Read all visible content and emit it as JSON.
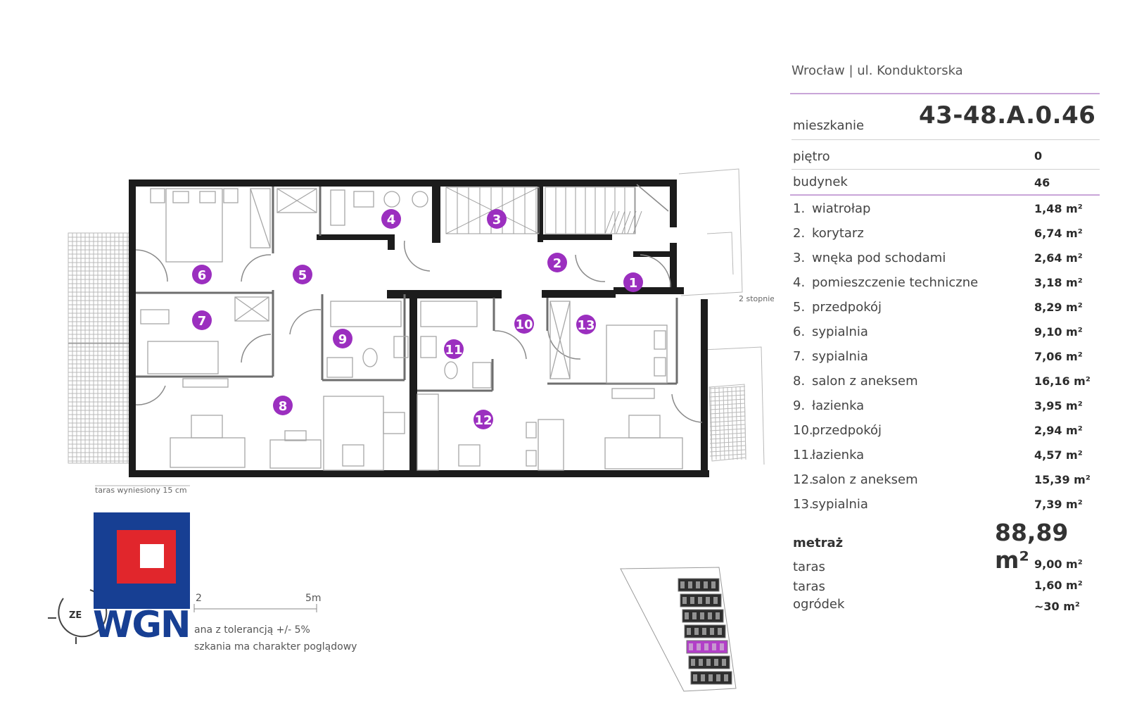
{
  "location": "Wrocław | ul. Konduktorska",
  "apartment": {
    "label": "mieszkanie",
    "number": "43-48.A.0.46",
    "floor_label": "piętro",
    "floor": "0",
    "building_label": "budynek",
    "building": "46"
  },
  "rooms": [
    {
      "no": "1.",
      "name": "wiatrołap",
      "area": "1,48 m²"
    },
    {
      "no": "2.",
      "name": "korytarz",
      "area": "6,74 m²"
    },
    {
      "no": "3.",
      "name": "wnęka pod schodami",
      "area": "2,64 m²"
    },
    {
      "no": "4.",
      "name": "pomieszczenie techniczne",
      "area": "3,18 m²"
    },
    {
      "no": "5.",
      "name": "przedpokój",
      "area": "8,29 m²"
    },
    {
      "no": "6.",
      "name": "sypialnia",
      "area": "9,10 m²"
    },
    {
      "no": "7.",
      "name": "sypialnia",
      "area": "7,06 m²"
    },
    {
      "no": "8.",
      "name": "salon z aneksem",
      "area": "16,16 m²"
    },
    {
      "no": "9.",
      "name": "łazienka",
      "area": "3,95 m²"
    },
    {
      "no": "10.",
      "name": "przedpokój",
      "area": "2,94 m²"
    },
    {
      "no": "11.",
      "name": "łazienka",
      "area": "4,57 m²"
    },
    {
      "no": "12.",
      "name": "salon z aneksem",
      "area": "15,39 m²"
    },
    {
      "no": "13.",
      "name": "sypialnia",
      "area": "7,39 m²"
    }
  ],
  "total": {
    "label": "metraż",
    "value": "88,89 m²"
  },
  "extras": [
    {
      "label": "taras",
      "value": "9,00 m²"
    },
    {
      "label": "taras",
      "value": "1,60 m²"
    },
    {
      "label": "ogródek",
      "value": "~30 m²"
    }
  ],
  "plan": {
    "badges": [
      "1",
      "2",
      "3",
      "4",
      "5",
      "6",
      "7",
      "8",
      "9",
      "10",
      "11",
      "12",
      "13"
    ],
    "stairs_note": "2 stopnie",
    "terrace_note": "taras wyniesiony 15 cm",
    "scale_2": "2",
    "scale_5": "5m",
    "compass": "ZE",
    "tolerance_note": "ana z tolerancją +/- 5%",
    "view_note": "szkania ma charakter poglądowy"
  },
  "brand": {
    "name": "WGN"
  },
  "colors": {
    "accent": "#9b2fbf",
    "logo_blue": "#173f93",
    "logo_red": "#e1262c"
  }
}
